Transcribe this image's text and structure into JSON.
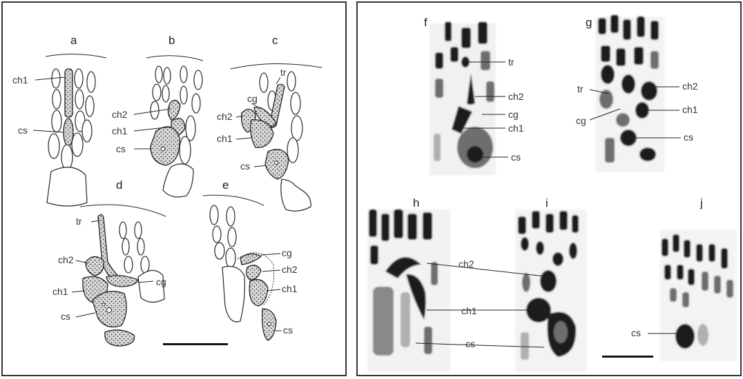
{
  "left": {
    "panels": [
      {
        "letter": "a",
        "labels": [
          "ch1",
          "cs"
        ]
      },
      {
        "letter": "b",
        "labels": [
          "ch2",
          "ch1",
          "cs"
        ]
      },
      {
        "letter": "c",
        "labels": [
          "tr",
          "cg",
          "ch2",
          "ch1",
          "cs"
        ]
      },
      {
        "letter": "d",
        "labels": [
          "tr",
          "ch2",
          "ch1",
          "cs",
          "cg"
        ]
      },
      {
        "letter": "e",
        "labels": [
          "cg",
          "ch2",
          "ch1",
          "cs"
        ]
      }
    ]
  },
  "right": {
    "panels": [
      {
        "letter": "f",
        "labels": [
          "tr",
          "ch2",
          "cg",
          "ch1",
          "cs"
        ]
      },
      {
        "letter": "g",
        "labels": [
          "tr",
          "ch2",
          "cg",
          "ch1",
          "cs"
        ]
      },
      {
        "letter": "h",
        "labels": []
      },
      {
        "letter": "i",
        "labels": []
      },
      {
        "letter": "j",
        "labels": [
          "cs"
        ]
      }
    ],
    "shared_labels": {
      "hi": [
        "ch2",
        "ch1",
        "cs"
      ]
    }
  },
  "colors": {
    "border": "#333333",
    "ink": "#222222",
    "background": "#ffffff"
  },
  "scale_bars": [
    "left-scale-bar",
    "right-scale-bar"
  ]
}
